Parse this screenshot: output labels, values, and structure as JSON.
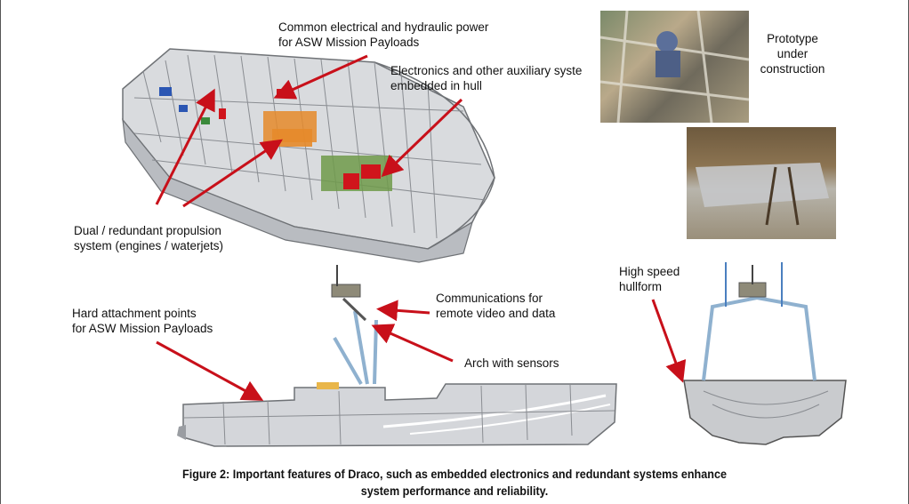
{
  "labels": {
    "common_power": "Common electrical and hydraulic power\nfor ASW Mission Payloads",
    "electronics": "Electronics and other auxiliary syste\nembedded in hull",
    "prototype": "Prototype\nunder\nconstruction",
    "propulsion": "Dual / redundant propulsion\nsystem (engines / waterjets)",
    "attachment": "Hard attachment points\nfor ASW Mission Payloads",
    "communications": "Communications for\nremote video and data",
    "arch": "Arch with sensors",
    "hullform": "High speed\nhullform"
  },
  "caption": "Figure 2:  Important features of Draco, such as embedded electronics and redundant systems enhance\nsystem performance and reliability.",
  "colors": {
    "arrow": "#c8101a",
    "hull": "#d4d6da",
    "frame": "#8a8d92",
    "orange": "#e58a2a",
    "green": "#6f9a4a"
  }
}
